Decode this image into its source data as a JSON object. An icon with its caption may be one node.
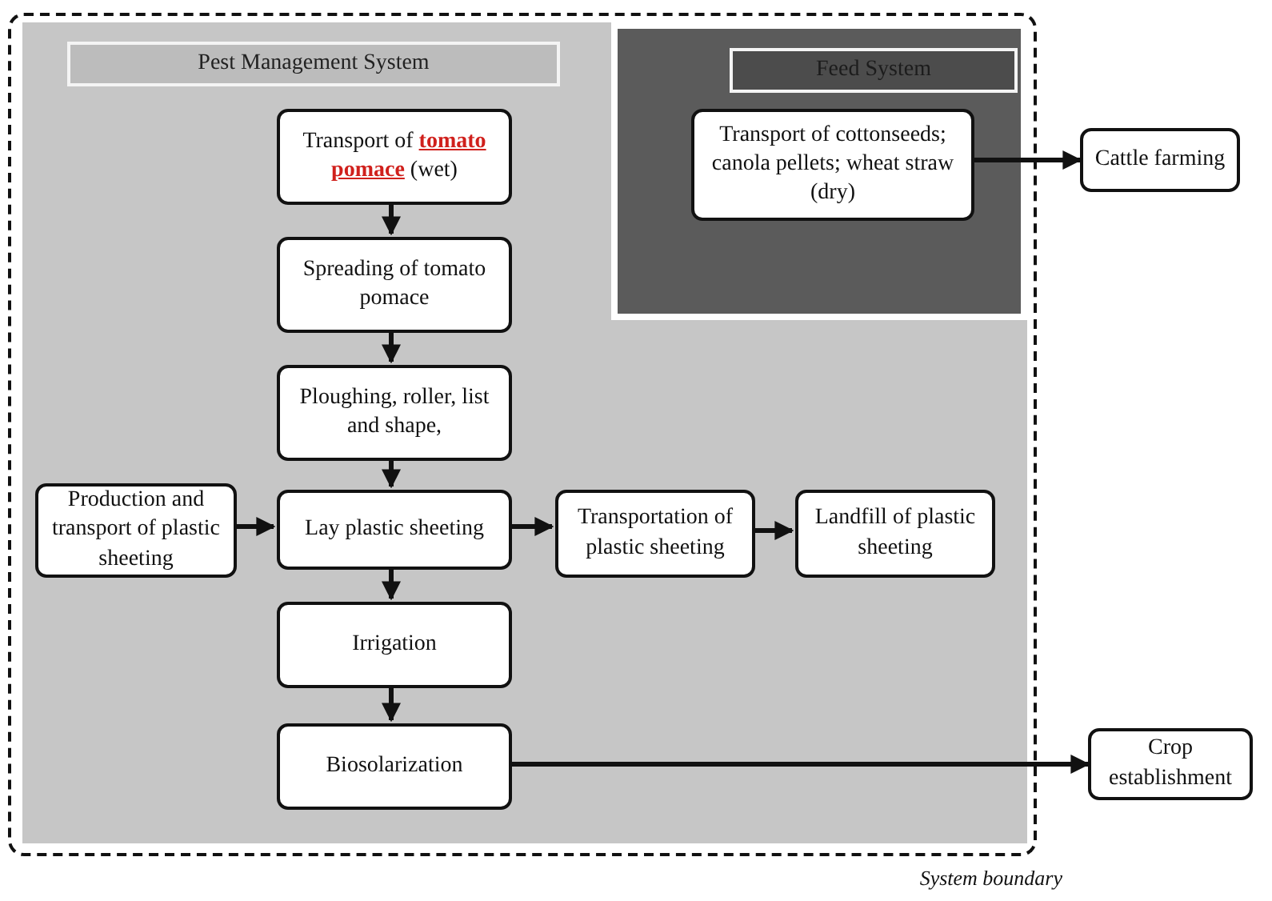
{
  "diagram": {
    "nodes": [
      {
        "text": [
          "System boundary"
        ]
      },
      {
        "text": [
          "Pest Management System"
        ],
        "in": 0
      },
      {
        "text": [
          "Feed System"
        ],
        "in": 1
      },
      {
        "text": [
          "Transport of **tomato pomace** (wet)"
        ],
        "in": 1
      },
      {
        "text": [
          "Spreading of tomato pomace"
        ],
        "in": 1
      },
      {
        "text": [
          "Ploughing, roller, list and shape,"
        ],
        "in": 1
      },
      {
        "text": [
          "Production and transport of plastic sheeting"
        ],
        "in": 1
      },
      {
        "text": [
          "Lay plastic sheeting"
        ],
        "in": 1
      },
      {
        "text": [
          "Transportation of plastic sheeting"
        ],
        "in": 1
      },
      {
        "text": [
          "Landfill of plastic sheeting"
        ],
        "in": 1
      },
      {
        "text": [
          "Irrigation"
        ],
        "in": 1
      },
      {
        "text": [
          "Biosolarization"
        ],
        "in": 1
      },
      {
        "text": [
          "Transport of cottonseeds; canola pellets; wheat straw (dry)"
        ],
        "in": 2
      },
      {
        "text": [
          "Cattle farming"
        ]
      },
      {
        "text": [
          "Crop establishment"
        ]
      }
    ],
    "edges": [
      {
        "from": 3,
        "to": 4,
        "arrow": "to"
      },
      {
        "from": 4,
        "to": 5,
        "arrow": "to"
      },
      {
        "from": 5,
        "to": 7,
        "arrow": "to"
      },
      {
        "from": 6,
        "to": 7,
        "arrow": "to"
      },
      {
        "from": 7,
        "to": 8,
        "arrow": "to"
      },
      {
        "from": 8,
        "to": 9,
        "arrow": "to"
      },
      {
        "from": 7,
        "to": 10,
        "arrow": "to"
      },
      {
        "from": 10,
        "to": 11,
        "arrow": "to"
      },
      {
        "from": 11,
        "to": 14,
        "arrow": "to"
      },
      {
        "from": 12,
        "to": 13,
        "arrow": "to"
      }
    ]
  }
}
